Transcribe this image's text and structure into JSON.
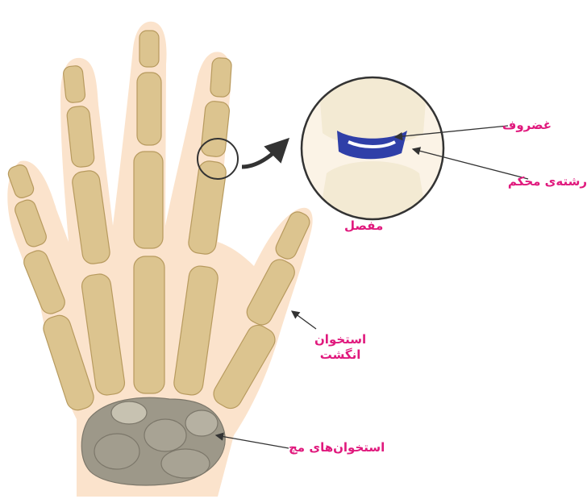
{
  "labels": {
    "cartilage": "غضروف",
    "ligament": "رشته‌ی محکم",
    "joint": "مفصل",
    "finger_bone_line1": "استخوان",
    "finger_bone_line2": "انگشت",
    "wrist_bones": "استخوان‌های مچ"
  },
  "colors": {
    "skin": "#fbe3cc",
    "bone": "#dcc48f",
    "bone_outline": "#b79a5e",
    "wrist_bone": "#9d9889",
    "cartilage": "#2f3fa8",
    "label": "#e0197d",
    "arrow": "#333333"
  }
}
